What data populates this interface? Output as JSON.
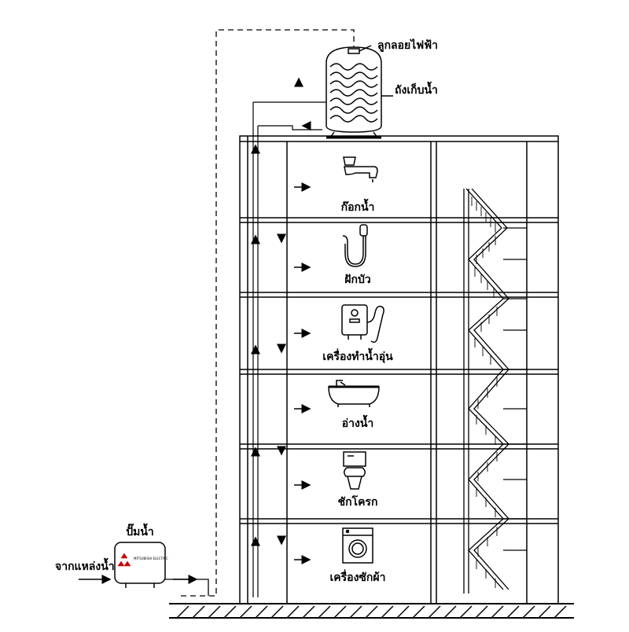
{
  "labels": {
    "float_switch": "ลูกลอยไฟฟ้า",
    "water_tank": "ถังเก็บน้ำ",
    "faucet": "ก๊อกน้ำ",
    "shower": "ฝักบัว",
    "water_heater": "เครื่องทำน้ำอุ่น",
    "bathtub": "อ่างน้ำ",
    "toilet": "ชักโครก",
    "washing_machine": "เครื่องซักผ้า",
    "pump": "ปั๊มน้ำ",
    "water_source": "จากแหล่งน้ำ"
  },
  "pump_brand": "MITSUBISHI ELECTRIC",
  "colors": {
    "line": "#000000",
    "background": "#ffffff"
  },
  "icons": [
    "faucet-icon",
    "shower-icon",
    "water-heater-icon",
    "bathtub-icon",
    "toilet-icon",
    "washing-machine-icon",
    "pump-icon",
    "water-tank-icon"
  ]
}
